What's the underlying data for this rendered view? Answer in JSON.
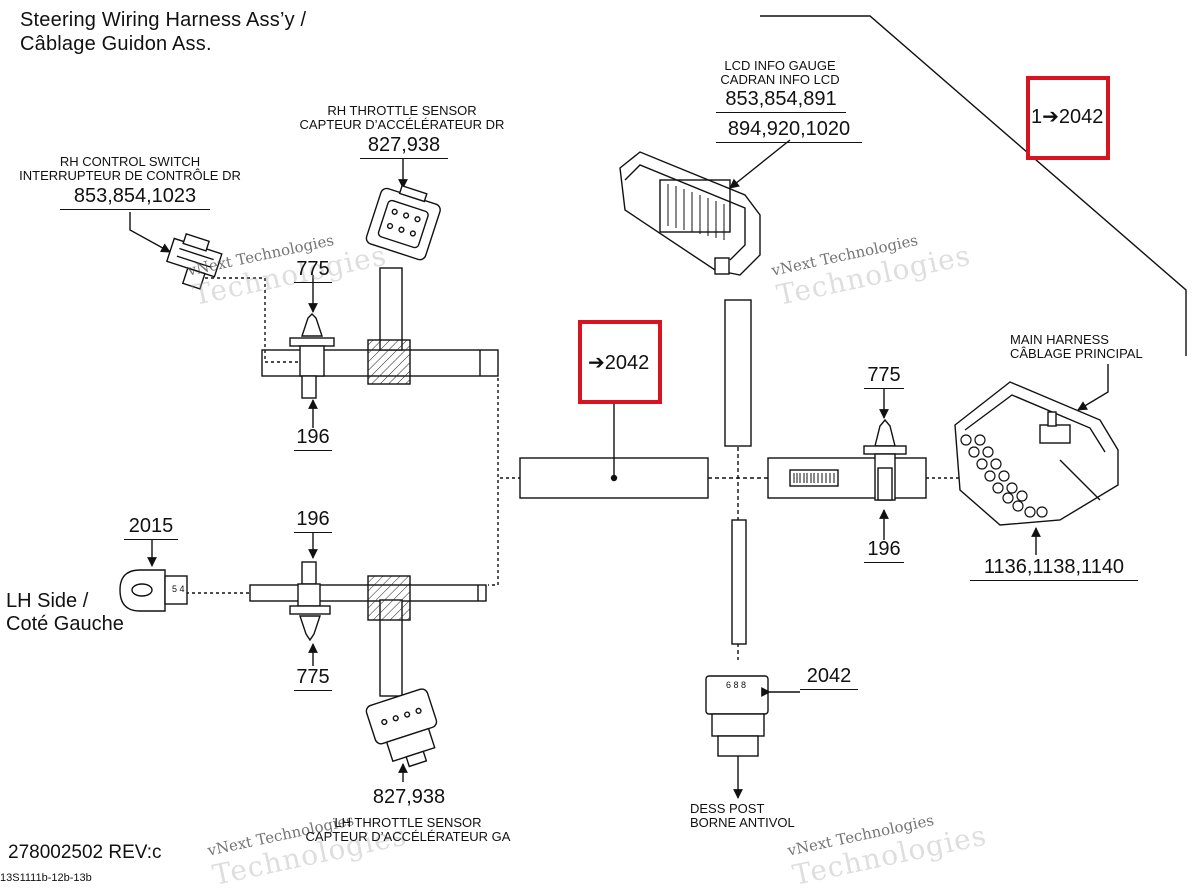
{
  "title": {
    "line1": "Steering Wiring Harness Ass’y /",
    "line2": "Câblage Guidon Ass."
  },
  "components": {
    "rh_control_switch": {
      "en": "RH CONTROL SWITCH",
      "fr": "INTERRUPTEUR DE CONTRÔLE DR",
      "refs": "853,854,1023"
    },
    "rh_throttle_sensor": {
      "en": "RH THROTTLE SENSOR",
      "fr": "CAPTEUR D’ACCÉLÉRATEUR DR",
      "refs": "827,938"
    },
    "lcd_info_gauge": {
      "en": "LCD INFO GAUGE",
      "fr": "CADRAN INFO LCD",
      "refs1": "853,854,891",
      "refs2": "894,920,1020"
    },
    "main_harness": {
      "en": "MAIN HARNESS",
      "fr": "CÂBLAGE PRINCIPAL",
      "refs": "1136,1138,1140"
    },
    "lh_throttle_sensor": {
      "en": "LH THROTTLE SENSOR",
      "fr": "CAPTEUR D’ACCÉLÉRATEUR GA",
      "refs": "827,938"
    },
    "dess_post": {
      "en": "DESS POST",
      "fr": "BORNE ANTIVOL",
      "ref": "2042"
    }
  },
  "callouts": {
    "tie_upper_top": "775",
    "tie_upper_bottom": "196",
    "tie_lower_top": "196",
    "tie_lower_bottom": "775",
    "tie_right_top": "775",
    "tie_right_bottom": "196",
    "lh_connector": "2015"
  },
  "side_label": {
    "line1": "LH Side /",
    "line2": "Coté Gauche"
  },
  "highlight_boxes": {
    "center": "➔2042",
    "top_right": "1➔2042"
  },
  "connector_pins": {
    "upper": "5 4",
    "dess": "6 8 8"
  },
  "footer": {
    "doc_number": "278002502 REV:c",
    "drawing_id": "13S1111b-12b-13b"
  },
  "watermark": {
    "line1": "vNext Technologies",
    "line2": "Technologies"
  }
}
